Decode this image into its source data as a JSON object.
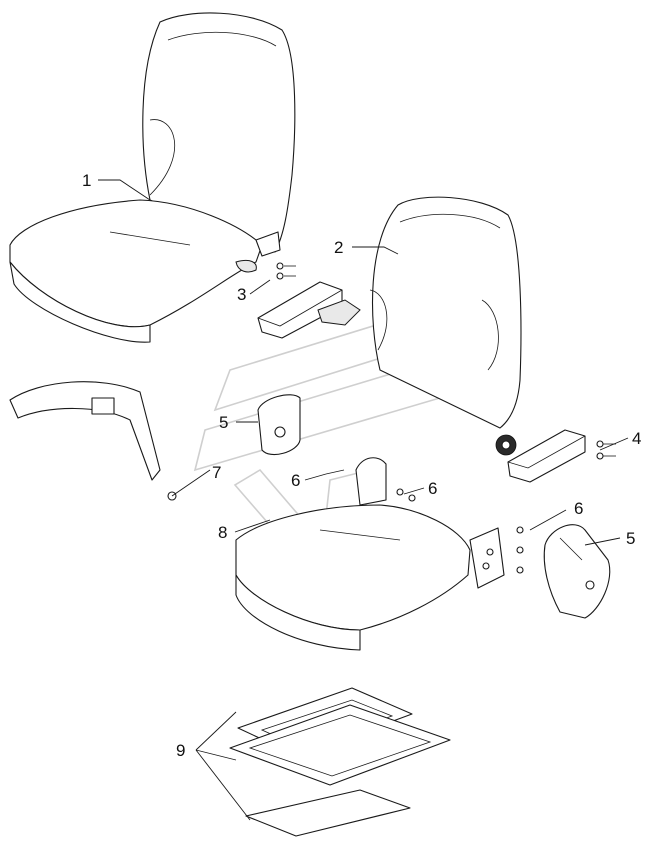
{
  "callouts": {
    "c1": "1",
    "c2": "2",
    "c3": "3",
    "c4": "4",
    "c5a": "5",
    "c5b": "5",
    "c6a": "6",
    "c6b": "6",
    "c6c": "6",
    "c7": "7",
    "c8": "8",
    "c9": "9"
  }
}
